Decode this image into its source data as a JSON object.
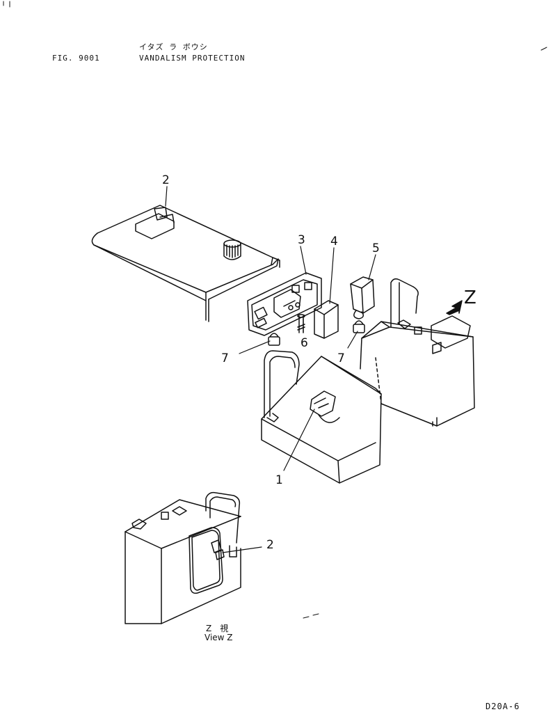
{
  "header": {
    "fig_label": "FIG. 9001",
    "title_jp": "イタズ ラ ボウシ",
    "title": "VANDALISM PROTECTION"
  },
  "callouts": {
    "c1": "1",
    "c2_top": "2",
    "c2_view": "2",
    "c3": "3",
    "c4": "4",
    "c5": "5",
    "c6": "6",
    "c7_left": "7",
    "c7_right": "7",
    "z_marker": "Z"
  },
  "view": {
    "jp": "Z　視",
    "label": "View Z"
  },
  "page_code": "D20A-6",
  "colors": {
    "line": "#111111",
    "background": "#ffffff"
  }
}
